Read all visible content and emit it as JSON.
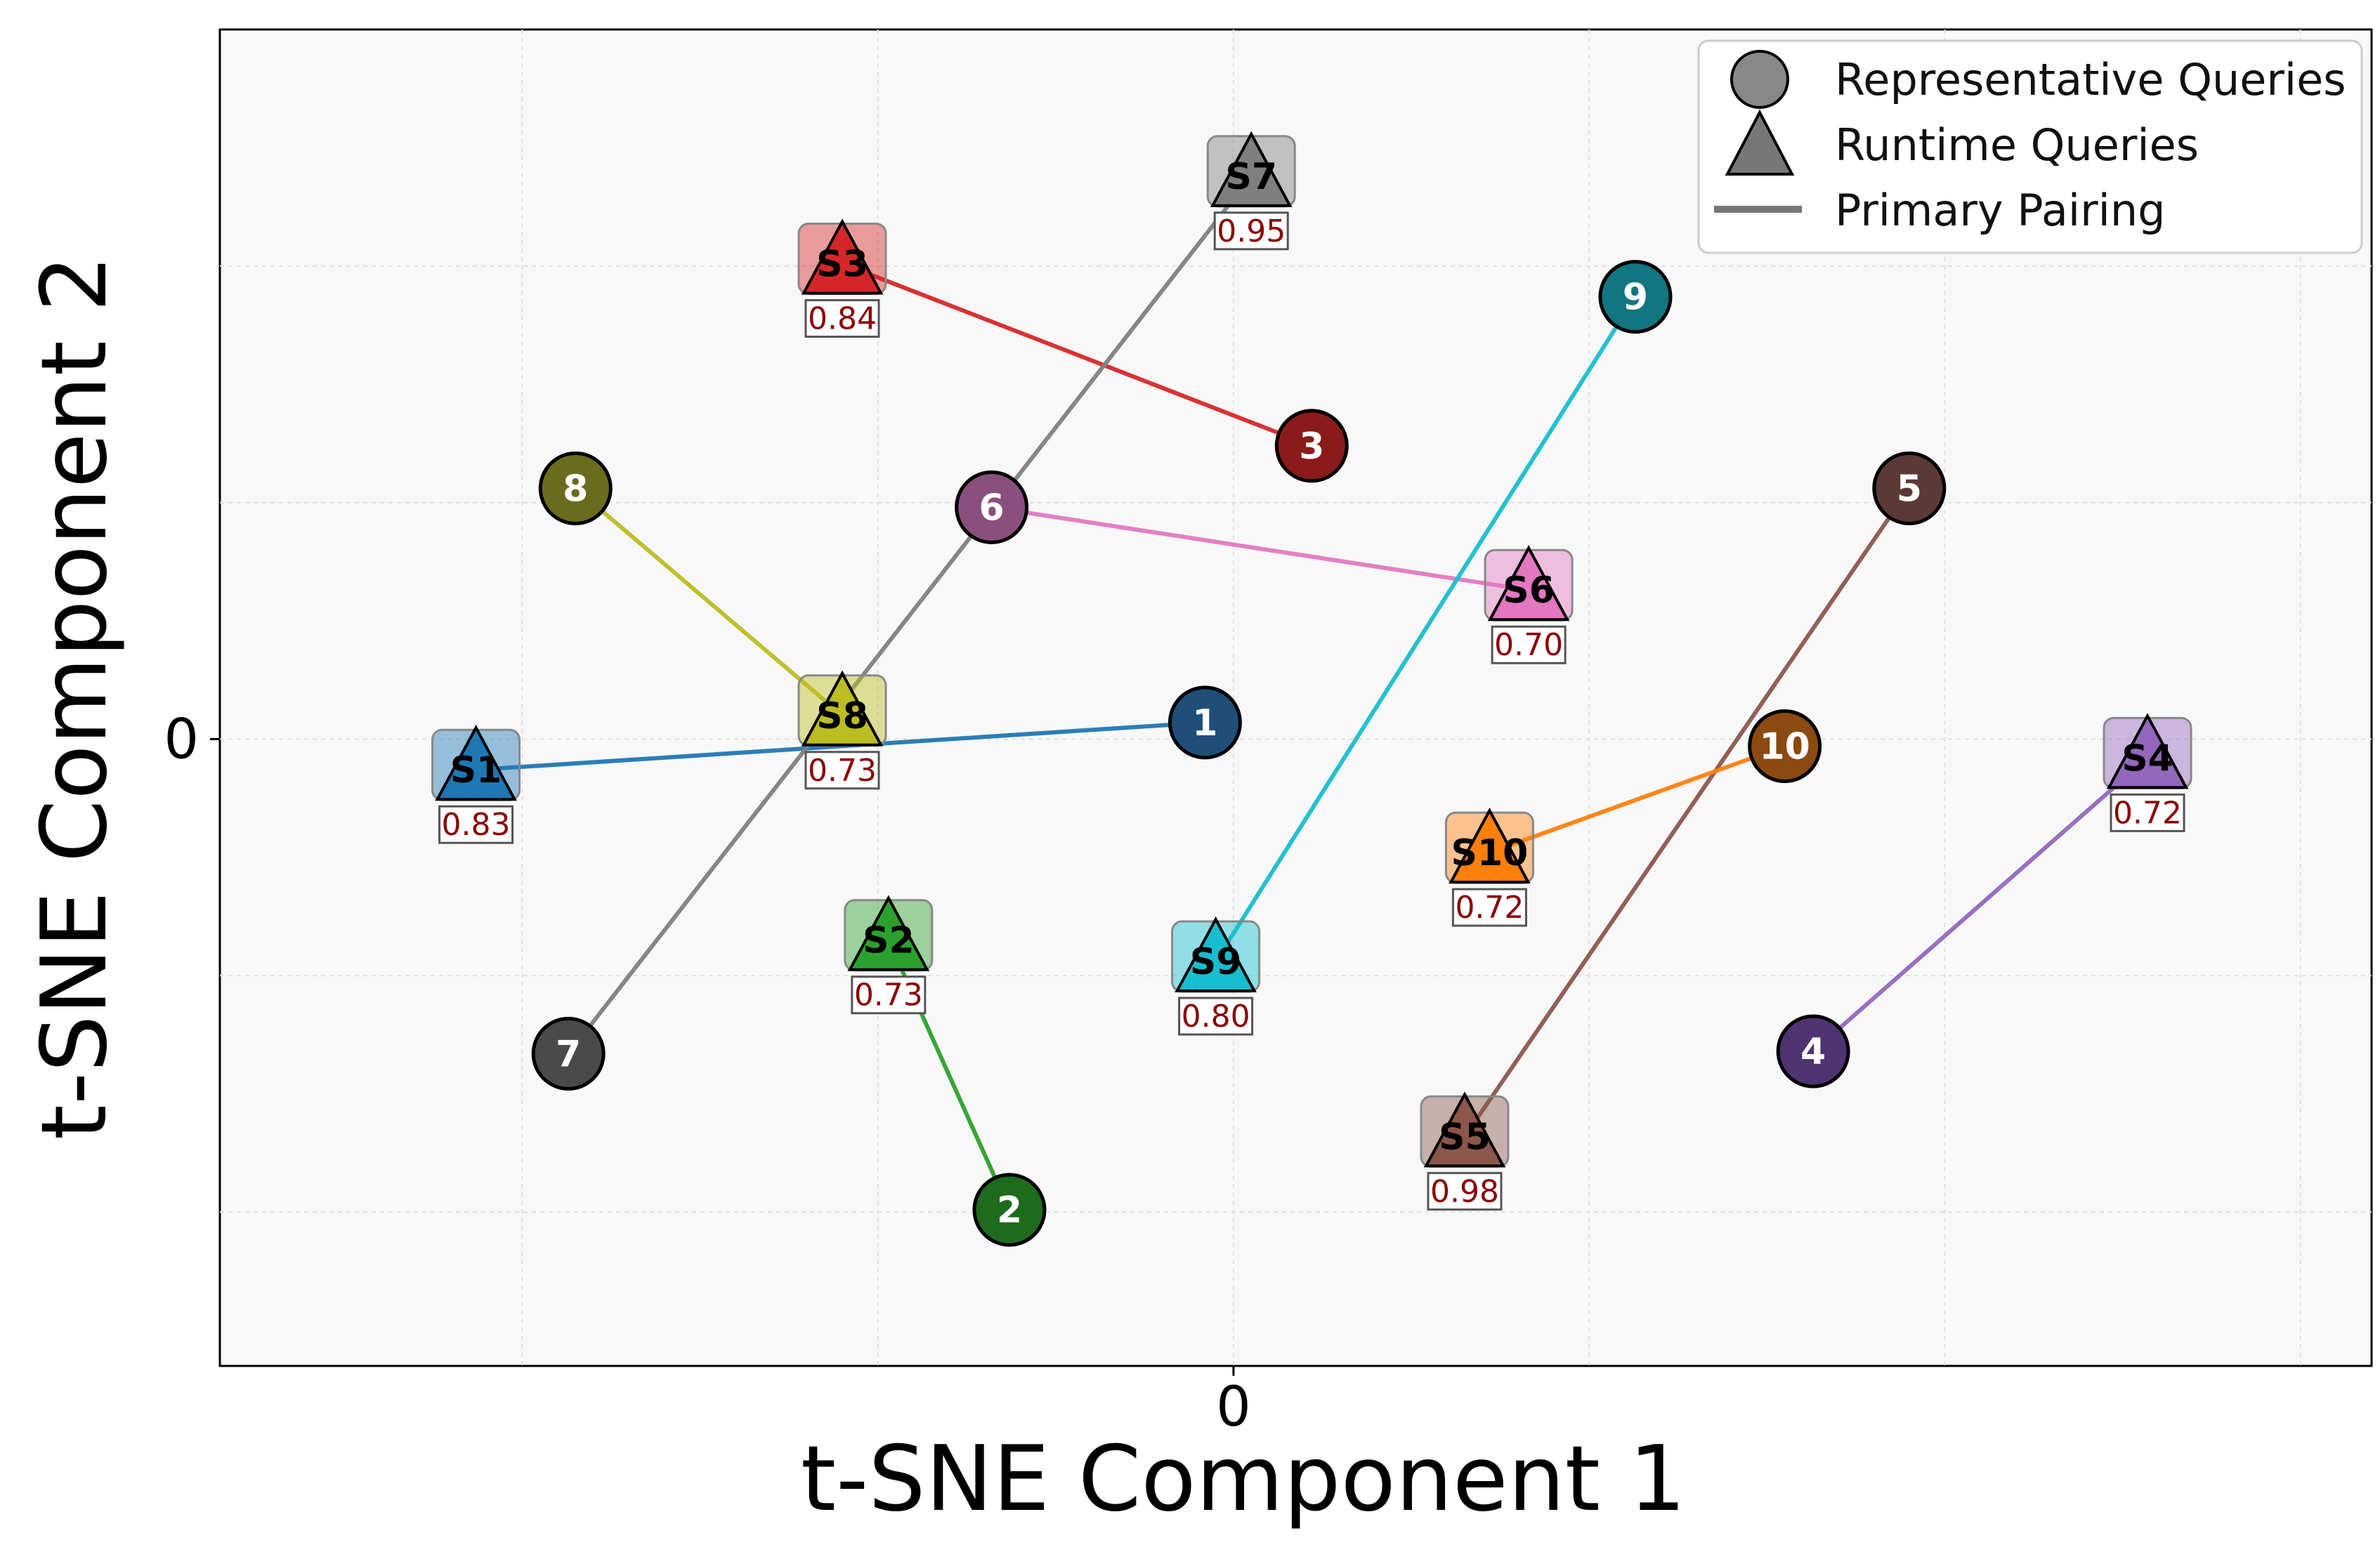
{
  "chart_data": {
    "type": "scatter",
    "title": "",
    "xlabel": "t-SNE Component 1",
    "ylabel": "t-SNE Component 2",
    "xlim": [
      -2.85,
      3.2
    ],
    "ylim": [
      -2.65,
      3.0
    ],
    "x_ticks": [
      {
        "value": 0,
        "label": "0"
      }
    ],
    "y_ticks": [
      {
        "value": 0,
        "label": "0"
      }
    ],
    "x_gridlines": [
      -2,
      -1,
      0,
      1,
      2,
      3
    ],
    "y_gridlines": [
      -2,
      -1,
      0,
      1,
      2
    ],
    "grid": true,
    "legend": {
      "position": "top-right",
      "entries": [
        {
          "label": "Representative Queries",
          "marker": "circle"
        },
        {
          "label": "Runtime Queries",
          "marker": "triangle"
        },
        {
          "label": "Primary Pairing",
          "marker": "line"
        }
      ]
    },
    "representative_queries": [
      {
        "label": "1",
        "x": -0.08,
        "y": 0.07,
        "color": "#1f4e79"
      },
      {
        "label": "2",
        "x": -0.63,
        "y": -1.99,
        "color": "#1e6b1e"
      },
      {
        "label": "3",
        "x": 0.22,
        "y": 1.24,
        "color": "#8b1a1a"
      },
      {
        "label": "4",
        "x": 1.63,
        "y": -1.32,
        "color": "#4e3470"
      },
      {
        "label": "5",
        "x": 1.9,
        "y": 1.06,
        "color": "#5b3a36"
      },
      {
        "label": "6",
        "x": -0.68,
        "y": 0.98,
        "color": "#8a4f7d"
      },
      {
        "label": "7",
        "x": -1.87,
        "y": -1.33,
        "color": "#4a4a4a"
      },
      {
        "label": "8",
        "x": -1.85,
        "y": 1.06,
        "color": "#6b6b1e"
      },
      {
        "label": "9",
        "x": 1.13,
        "y": 1.87,
        "color": "#11767f"
      },
      {
        "label": "10",
        "x": 1.55,
        "y": -0.03,
        "color": "#8a4a12"
      }
    ],
    "runtime_queries": [
      {
        "label": "S1",
        "x": -2.13,
        "y": -0.13,
        "score": "0.83",
        "color": "#1f77b4",
        "pairs_with": "1"
      },
      {
        "label": "S2",
        "x": -0.97,
        "y": -0.85,
        "score": "0.73",
        "color": "#2ca02c",
        "pairs_with": "2"
      },
      {
        "label": "S3",
        "x": -1.1,
        "y": 2.01,
        "score": "0.84",
        "color": "#d62728",
        "pairs_with": "3"
      },
      {
        "label": "S4",
        "x": 2.57,
        "y": -0.08,
        "score": "0.72",
        "color": "#9467bd",
        "pairs_with": "4"
      },
      {
        "label": "S5",
        "x": 0.65,
        "y": -1.68,
        "score": "0.98",
        "color": "#8c564b",
        "pairs_with": "5"
      },
      {
        "label": "S6",
        "x": 0.83,
        "y": 0.63,
        "score": "0.70",
        "color": "#e377c2",
        "pairs_with": "6"
      },
      {
        "label": "S7",
        "x": 0.05,
        "y": 2.38,
        "score": "0.95",
        "color": "#7f7f7f",
        "pairs_with": "7"
      },
      {
        "label": "S8",
        "x": -1.1,
        "y": 0.1,
        "score": "0.73",
        "color": "#bcbd22",
        "pairs_with": "8"
      },
      {
        "label": "S9",
        "x": -0.05,
        "y": -0.94,
        "score": "0.80",
        "color": "#17becf",
        "pairs_with": "9"
      },
      {
        "label": "S10",
        "x": 0.72,
        "y": -0.48,
        "score": "0.72",
        "color": "#ff7f0e",
        "pairs_with": "10"
      }
    ]
  }
}
